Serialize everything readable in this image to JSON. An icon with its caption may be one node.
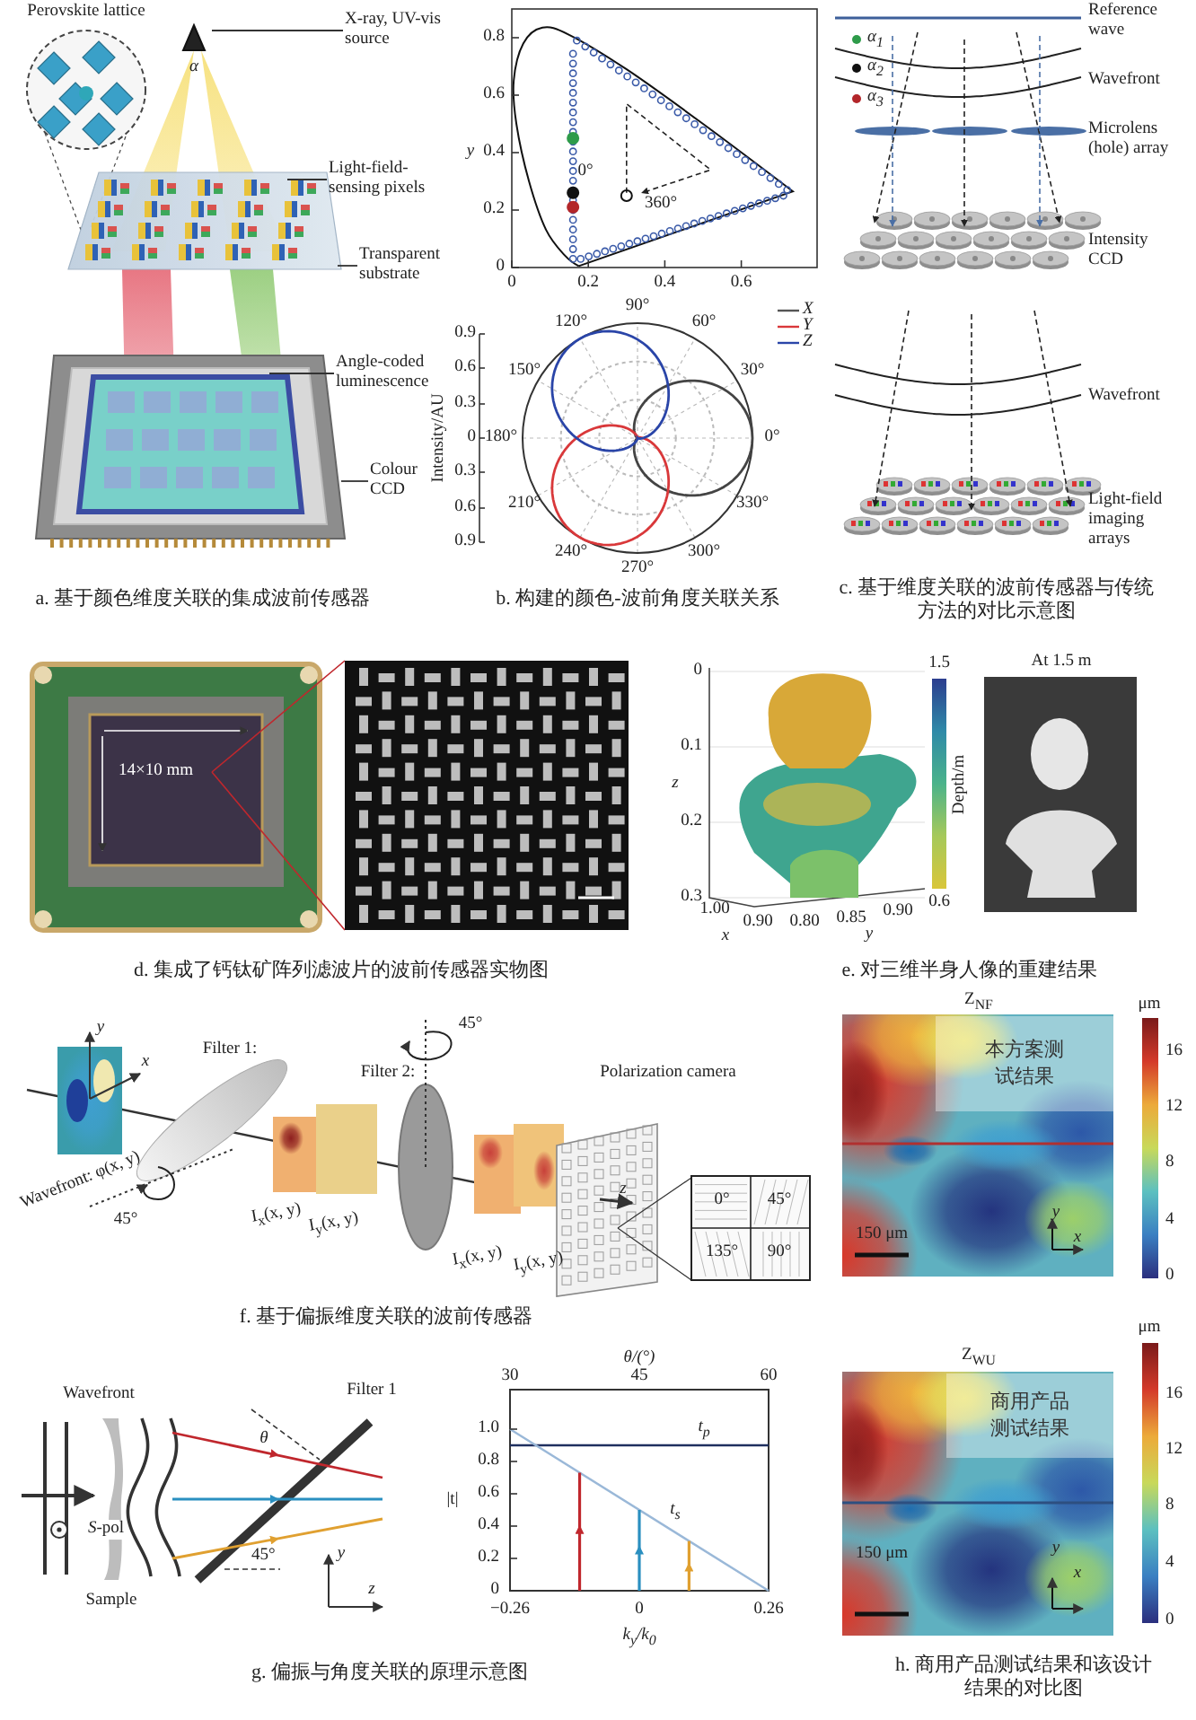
{
  "diagram": {
    "nodes": [
      {
        "text": [
          "X-ray, UV-vis source"
        ]
      },
      {
        "text": [
          "Light-field-sensing pixels"
        ]
      },
      {
        "text": [
          "Transparent substrate"
        ]
      },
      {
        "text": [
          "Angle-coded luminescence"
        ]
      },
      {
        "text": [
          "Colour CCD"
        ]
      },
      {
        "text": [
          "本方案测试结果"
        ]
      },
      {
        "text": [
          "商用产品测试结果"
        ]
      }
    ],
    "edges": [
      {
        "from": 0,
        "to": null,
        "arrow": "none"
      },
      {
        "from": 1,
        "to": null,
        "arrow": "none"
      },
      {
        "from": 2,
        "to": null,
        "arrow": "none"
      },
      {
        "from": 3,
        "to": null,
        "arrow": "none"
      },
      {
        "from": 4,
        "to": null,
        "arrow": "none"
      }
    ],
    "labels": [
      "Perovskite lattice",
      "α",
      "a. 基于颜色维度关联的集成波前传感器",
      "0.8",
      "0.6",
      "0.4",
      "0.2",
      "0",
      "y",
      "0",
      "0.2",
      "0.4",
      "0.6",
      "0°",
      "360°",
      "90°",
      "120°",
      "60°",
      "150°",
      "30°",
      "180°",
      "0°",
      "210°",
      "330°",
      "240°",
      "300°",
      "270°",
      "0.9",
      "0.6",
      "0.3",
      "0",
      "0.3",
      "0.6",
      "0.9",
      "Intensity/AU",
      "b. 构建的颜色-波前角度关联关系",
      "Reference wave",
      "Wavefront",
      "Microlens (hole) array",
      "Intensity CCD",
      "Wavefront",
      "Light-field imaging arrays",
      "c. 基于维度关联的波前传感器与传统方法的对比示意图",
      "14×10 mm",
      "d. 集成了钙钛矿阵列滤波片的波前传感器实物图",
      "0",
      "0.1",
      "0.2",
      "0.3",
      "z",
      "1.00",
      "0.90",
      "0.80",
      "0.85",
      "0.90",
      "x",
      "y",
      "1.5",
      "0.6",
      "Depth/m",
      "At 1.5 m",
      "e. 对三维半身人像的重建结果",
      "y",
      "x",
      "Wavefront: φ(x, y)",
      "45°",
      "Filter 1:",
      "I$_{x}$(x, y)",
      "I$_{y}$(x, y)",
      "Filter 2:",
      "45°",
      "I$_{x}$(x, y)",
      "I$_{y}$(x, y)",
      "Polarization camera",
      "z",
      "0°",
      "45°",
      "135°",
      "90°",
      "f. 基于偏振维度关联的波前传感器",
      "Z$_{NF}$",
      "μm",
      "16",
      "12",
      "8",
      "4",
      "0",
      "150 μm",
      "y",
      "x",
      "Wavefront",
      "Filter 1",
      "θ",
      "*S*-pol",
      "Sample",
      "45°",
      "y",
      "z",
      "θ/(°)",
      "30",
      "45",
      "60",
      "1.0",
      "0.8",
      "0.6",
      "0.4",
      "0.2",
      "0",
      "|t|",
      "t$_{p}$",
      "t$_{s}$",
      "−0.26",
      "0",
      "0.26",
      "k$_{y}$/k$_{0}$",
      "g. 偏振与角度关联的原理示意图",
      "μm",
      "Z$_{WU}$",
      "16",
      "12",
      "8",
      "4",
      "0",
      "150 μm",
      "y",
      "x",
      "h. 商用产品测试结果和该设计结果的对比图"
    ],
    "legend": [
      {
        "text": "α$_{1}$",
        "color": "#2e9b4a"
      },
      {
        "text": "α$_{2}$",
        "color": "#111111"
      },
      {
        "text": "α$_{3}$",
        "color": "#b3262a"
      },
      {
        "text": "X"
      },
      {
        "text": "Y"
      },
      {
        "text": "Z"
      }
    ]
  }
}
